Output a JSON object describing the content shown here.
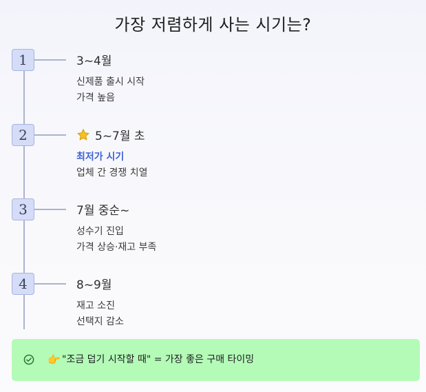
{
  "title": "가장 저렴하게 사는 시기는?",
  "steps": [
    {
      "num": "1",
      "period": "3~4월",
      "line1": "신제품 출시 시작",
      "line2": "가격 높음"
    },
    {
      "num": "2",
      "period": "5~7월 초",
      "line1": "최저가 시기",
      "line2": "업체 간 경쟁 치열",
      "icon": "star-icon"
    },
    {
      "num": "3",
      "period": "7월 중순~",
      "line1": "성수기 진입",
      "line2": "가격 상승·재고 부족"
    },
    {
      "num": "4",
      "period": "8~9월",
      "line1": "재고 소진",
      "line2": "선택지 감소"
    }
  ],
  "tip": {
    "check_icon": "check-circle-icon",
    "pointer_icon": "pointing-hand-icon",
    "text": "\"조금 덥기 시작할 때\" = 가장 좋은 구매 타이밍"
  },
  "colors": {
    "highlight": "#3f62d8",
    "badge_bg": "#d4dcf8",
    "tip_bg": "#b4fbb8",
    "line": "#aab3cc"
  }
}
